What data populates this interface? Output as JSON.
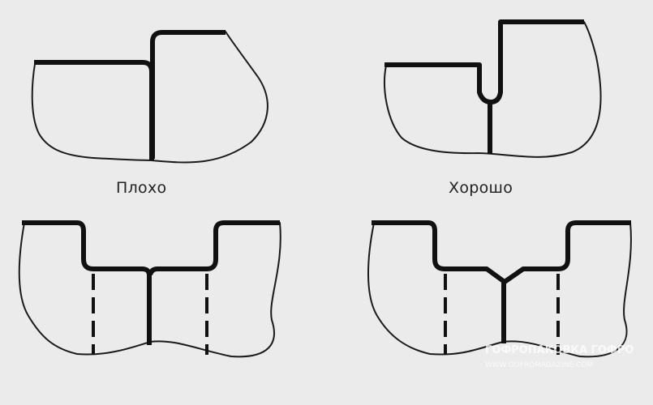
{
  "captions": {
    "bad": "Плохо",
    "good": "Хорошо"
  },
  "watermark": {
    "line1": "ГОФРОПАКОВКА ГОФРО",
    "line2": "WWW.GOFROMAGAZINE.COM"
  },
  "colors": {
    "background": "#ebebeb",
    "stroke": "#111111"
  }
}
